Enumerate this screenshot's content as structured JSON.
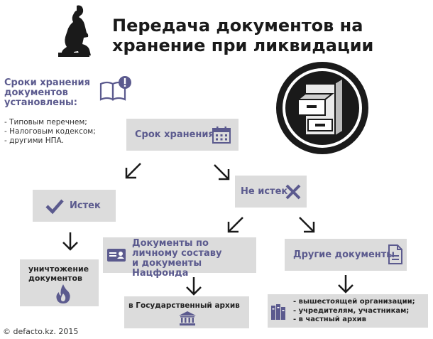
{
  "title": {
    "line1": "Передача документов на",
    "line2": "хранение при ликвидации"
  },
  "retention": {
    "heading_line1": "Сроки хранения",
    "heading_line2": "документов",
    "heading_line3": "установлены:",
    "items": [
      "- Типовым перечнем;",
      "- Налоговым кодексом;",
      "- другими НПА."
    ]
  },
  "nodes": {
    "srok": "Срок хранения",
    "istek": "Истек",
    "ne_istek": "Не истек",
    "lichny_line1": "Документы по",
    "lichny_line2": "личному составу",
    "lichny_line3": "и документы Нацфонда",
    "drugie": "Другие документы",
    "unichtozh_line1": "уничтожение",
    "unichtozh_line2": "документов",
    "gos_arhiv": "в Государственный архив",
    "dest_items": [
      "- вышестоящей организации;",
      "- учредителям, участникам;",
      "- в частный архив"
    ]
  },
  "footer": "© defacto.kz. 2015",
  "colors": {
    "accent": "#5b5a8e",
    "box": "#dcdcdc",
    "dark": "#1a1a1a"
  }
}
